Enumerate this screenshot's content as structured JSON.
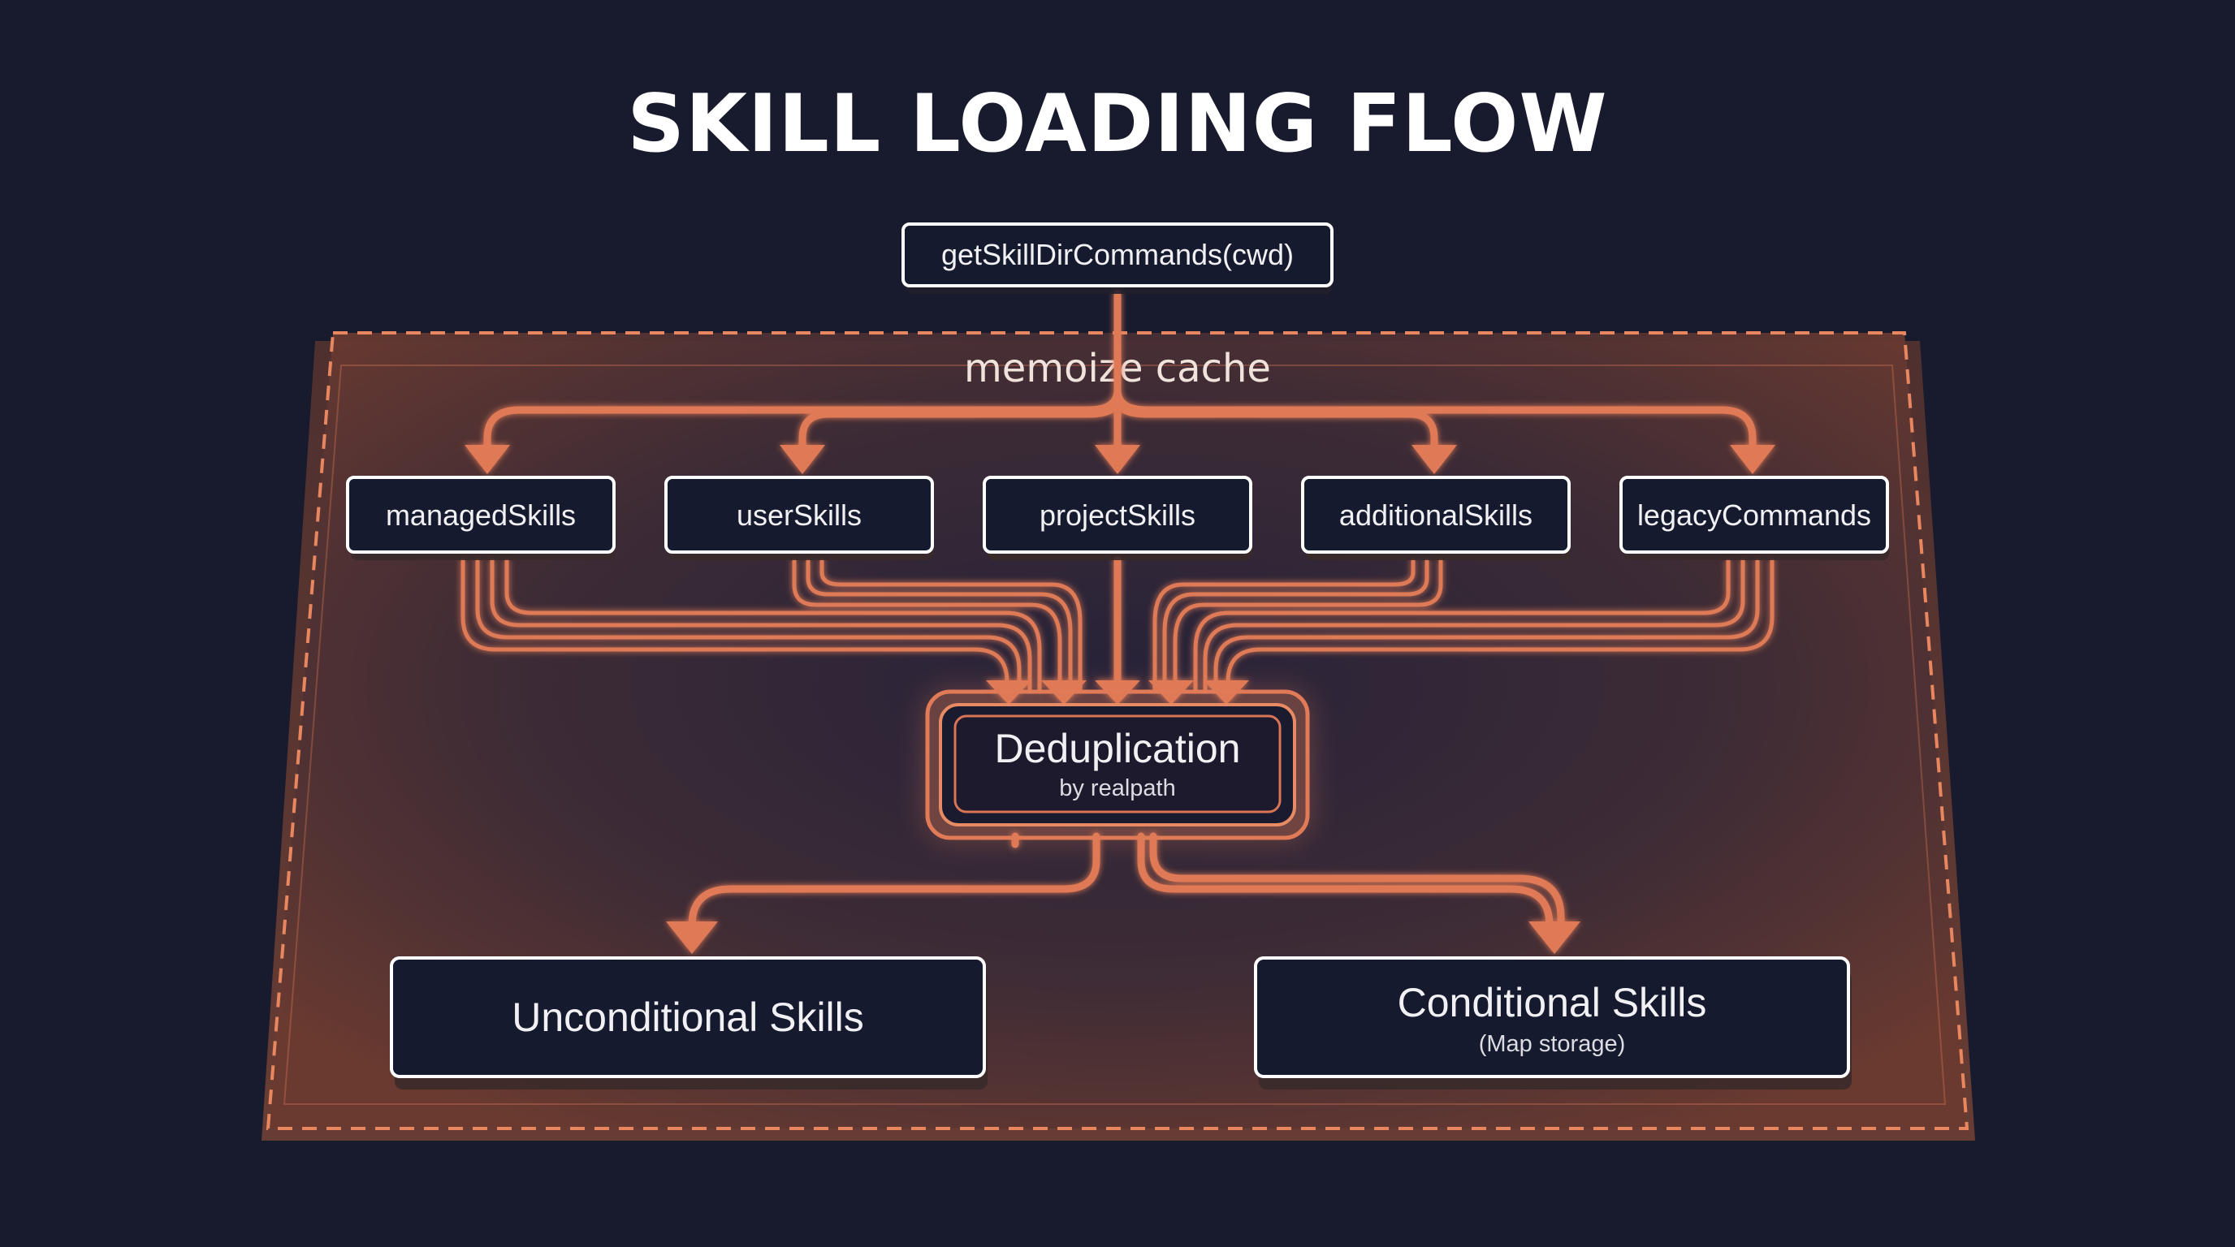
{
  "title": "SKILL LOADING FLOW",
  "entry": {
    "label": "getSkillDirCommands(cwd)"
  },
  "cache": {
    "label": "memoize cache"
  },
  "sources": [
    {
      "label": "managedSkills"
    },
    {
      "label": "userSkills"
    },
    {
      "label": "projectSkills"
    },
    {
      "label": "additionalSkills"
    },
    {
      "label": "legacyCommands"
    }
  ],
  "dedup": {
    "label": "Deduplication",
    "sublabel": "by realpath"
  },
  "outputs": [
    {
      "label": "Unconditional Skills",
      "sublabel": ""
    },
    {
      "label": "Conditional Skills",
      "sublabel": "(Map storage)"
    }
  ],
  "colors": {
    "background": "#181b2e",
    "accent": "#e07a57",
    "node_fill": "#161a2f",
    "node_border": "#ffffff"
  }
}
